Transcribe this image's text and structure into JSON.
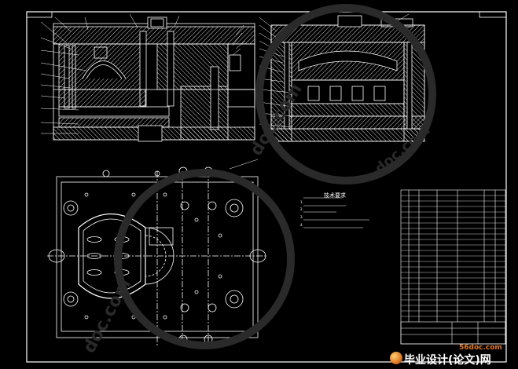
{
  "drawing": {
    "tech_requirements_title": "技术要求",
    "tech_requirements": [
      "1. ",
      "2. ",
      "3. ",
      "4. "
    ]
  },
  "watermarks": {
    "site_text": "doc.com",
    "brand_url": "56doc.com",
    "brand_name": "毕业设计(论文)网"
  },
  "colors": {
    "background": "#000000",
    "lines": "#ffffff",
    "hatch": "#ffffff",
    "watermark": "#2a2a2a",
    "brand_url": "#e07820",
    "brand_name": "#ffffff"
  }
}
